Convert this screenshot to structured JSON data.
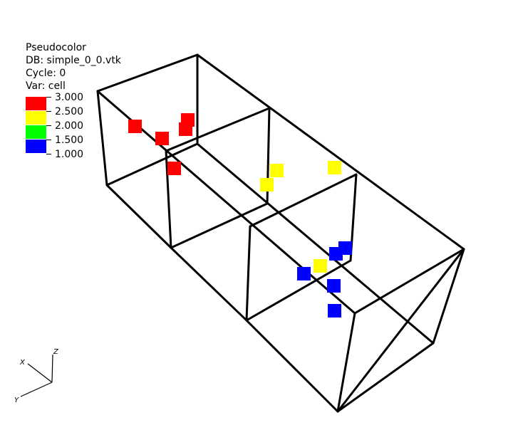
{
  "legend": {
    "plot_type": "Pseudocolor",
    "db": "DB: simple_0_0.vtk",
    "cycle": "Cycle: 0",
    "var": "Var: cell",
    "ticks": [
      "3.000",
      "2.500",
      "2.000",
      "1.500",
      "1.000"
    ],
    "colors": [
      "#ff0000",
      "#ffff00",
      "#00ff00",
      "#0000ff"
    ]
  },
  "axes": {
    "x": "X",
    "y": "Y",
    "z": "Z"
  },
  "cell_colors": {
    "red": "#ff0000",
    "yellow": "#ffff00",
    "blue": "#0000ff",
    "edge": "#000000"
  }
}
